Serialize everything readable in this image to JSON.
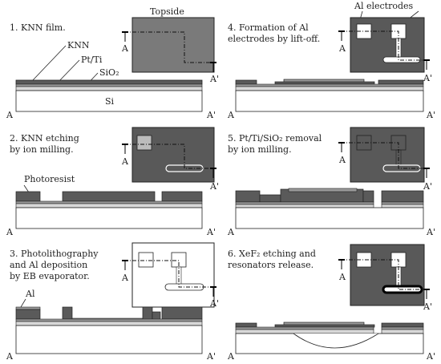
{
  "topside_label": "Topside",
  "panels": [
    {
      "title_lines": [
        "1. KNN film."
      ],
      "mark_a": "A",
      "mark_a2": "A'",
      "cross_a": "A",
      "cross_a2": "A'"
    },
    {
      "title_lines": [
        "4. Formation of Al",
        "electrodes by lift-off."
      ],
      "mark_a": "A",
      "mark_a2": "A'",
      "cross_a": "A",
      "cross_a2": "A'"
    },
    {
      "title_lines": [
        "2. KNN etching",
        "by ion milling."
      ],
      "mark_a": "A",
      "mark_a2": "A'",
      "cross_a": "A",
      "cross_a2": "A'"
    },
    {
      "title_lines": [
        "5. Pt/Ti/SiO₂ removal",
        "by ion milling."
      ],
      "mark_a": "A",
      "mark_a2": "A'",
      "cross_a": "A",
      "cross_a2": "A'"
    },
    {
      "title_lines": [
        "3. Photolithography",
        "and Al deposition",
        "by EB evaporator."
      ],
      "mark_a": "A",
      "mark_a2": "A'",
      "cross_a": "A",
      "cross_a2": "A'"
    },
    {
      "title_lines": [
        "6. XeF₂ etching and",
        "resonators release."
      ],
      "mark_a": "A",
      "mark_a2": "A'",
      "cross_a": "A",
      "cross_a2": "A'"
    }
  ],
  "layer_labels": {
    "knn": "KNN",
    "pt_ti": "Pt/Ti",
    "sio2": "SiO₂",
    "si": "Si",
    "photoresist": "Photoresist",
    "al": "Al",
    "al_electrodes": "Al electrodes"
  },
  "colors": {
    "topview_dark": "#595959",
    "topview_mid": "#7a7a7a",
    "knn": "#5a5a5a",
    "pt": "#9a9a9a",
    "sio2": "#d8d8d8",
    "si": "#ffffff",
    "line": "#222222"
  }
}
